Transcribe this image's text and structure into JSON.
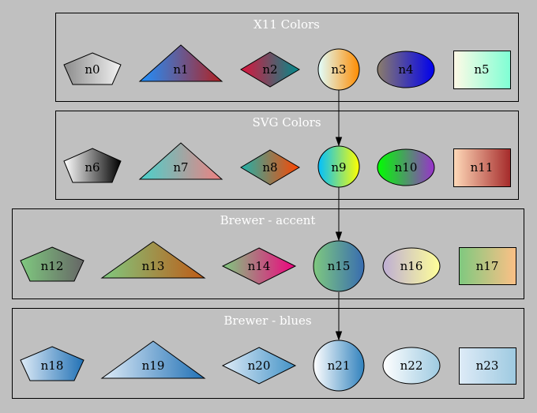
{
  "clusters": [
    {
      "id": "x11",
      "title": "X11 Colors"
    },
    {
      "id": "svg",
      "title": "SVG Colors"
    },
    {
      "id": "accent",
      "title": "Brewer - accent"
    },
    {
      "id": "blues",
      "title": "Brewer - blues"
    }
  ],
  "nodes": [
    {
      "id": "n0",
      "label": "n0",
      "shape": "pentagon",
      "colors": [
        "#8c8c8c",
        "#f2f2f2"
      ]
    },
    {
      "id": "n1",
      "label": "n1",
      "shape": "triangle",
      "colors": [
        "#1e90ff",
        "#b22222"
      ]
    },
    {
      "id": "n2",
      "label": "n2",
      "shape": "diamond",
      "colors": [
        "#dc143c",
        "#008b8b"
      ]
    },
    {
      "id": "n3",
      "label": "n3",
      "shape": "circle",
      "colors": [
        "#e0ffff",
        "#ff8c00"
      ]
    },
    {
      "id": "n4",
      "label": "n4",
      "shape": "ellipse",
      "colors": [
        "#8b7d6b",
        "#0000ee"
      ]
    },
    {
      "id": "n5",
      "label": "n5",
      "shape": "box",
      "colors": [
        "#fffae6",
        "#7fffd4"
      ]
    },
    {
      "id": "n6",
      "label": "n6",
      "shape": "pentagon",
      "colors": [
        "#ffffff",
        "#000000"
      ]
    },
    {
      "id": "n7",
      "label": "n7",
      "shape": "triangle",
      "colors": [
        "#48d1cc",
        "#f08080"
      ]
    },
    {
      "id": "n8",
      "label": "n8",
      "shape": "diamond",
      "colors": [
        "#20b2aa",
        "#ff4500"
      ]
    },
    {
      "id": "n9",
      "label": "n9",
      "shape": "circle",
      "colors": [
        "#00bfff",
        "#ffff00"
      ]
    },
    {
      "id": "n10",
      "label": "n10",
      "shape": "ellipse",
      "colors": [
        "#00ff00",
        "#9932cc"
      ]
    },
    {
      "id": "n11",
      "label": "n11",
      "shape": "box",
      "colors": [
        "#ffdab9",
        "#a52a2a"
      ]
    },
    {
      "id": "n12",
      "label": "n12",
      "shape": "pentagon",
      "colors": [
        "#7fc97f",
        "#666666"
      ]
    },
    {
      "id": "n13",
      "label": "n13",
      "shape": "triangle",
      "colors": [
        "#7fc97f",
        "#bf5b17"
      ]
    },
    {
      "id": "n14",
      "label": "n14",
      "shape": "diamond",
      "colors": [
        "#7fc97f",
        "#f0027f"
      ]
    },
    {
      "id": "n15",
      "label": "n15",
      "shape": "circle",
      "colors": [
        "#7fc97f",
        "#386cb0"
      ]
    },
    {
      "id": "n16",
      "label": "n16",
      "shape": "ellipse",
      "colors": [
        "#beaed4",
        "#ffff99"
      ]
    },
    {
      "id": "n17",
      "label": "n17",
      "shape": "box",
      "colors": [
        "#7fc97f",
        "#fdc086"
      ]
    },
    {
      "id": "n18",
      "label": "n18",
      "shape": "pentagon",
      "colors": [
        "#deebf7",
        "#2171b5"
      ]
    },
    {
      "id": "n19",
      "label": "n19",
      "shape": "triangle",
      "colors": [
        "#deebf7",
        "#2171b5"
      ]
    },
    {
      "id": "n20",
      "label": "n20",
      "shape": "diamond",
      "colors": [
        "#deebf7",
        "#4292c6"
      ]
    },
    {
      "id": "n21",
      "label": "n21",
      "shape": "circle",
      "colors": [
        "#ffffff",
        "#3182bd"
      ]
    },
    {
      "id": "n22",
      "label": "n22",
      "shape": "ellipse",
      "colors": [
        "#ffffff",
        "#9ecae1"
      ]
    },
    {
      "id": "n23",
      "label": "n23",
      "shape": "box",
      "colors": [
        "#deebf7",
        "#9ecae1"
      ]
    }
  ],
  "edges": [
    {
      "from": "n3",
      "to": "n9"
    },
    {
      "from": "n9",
      "to": "n15"
    },
    {
      "from": "n15",
      "to": "n21"
    }
  ]
}
